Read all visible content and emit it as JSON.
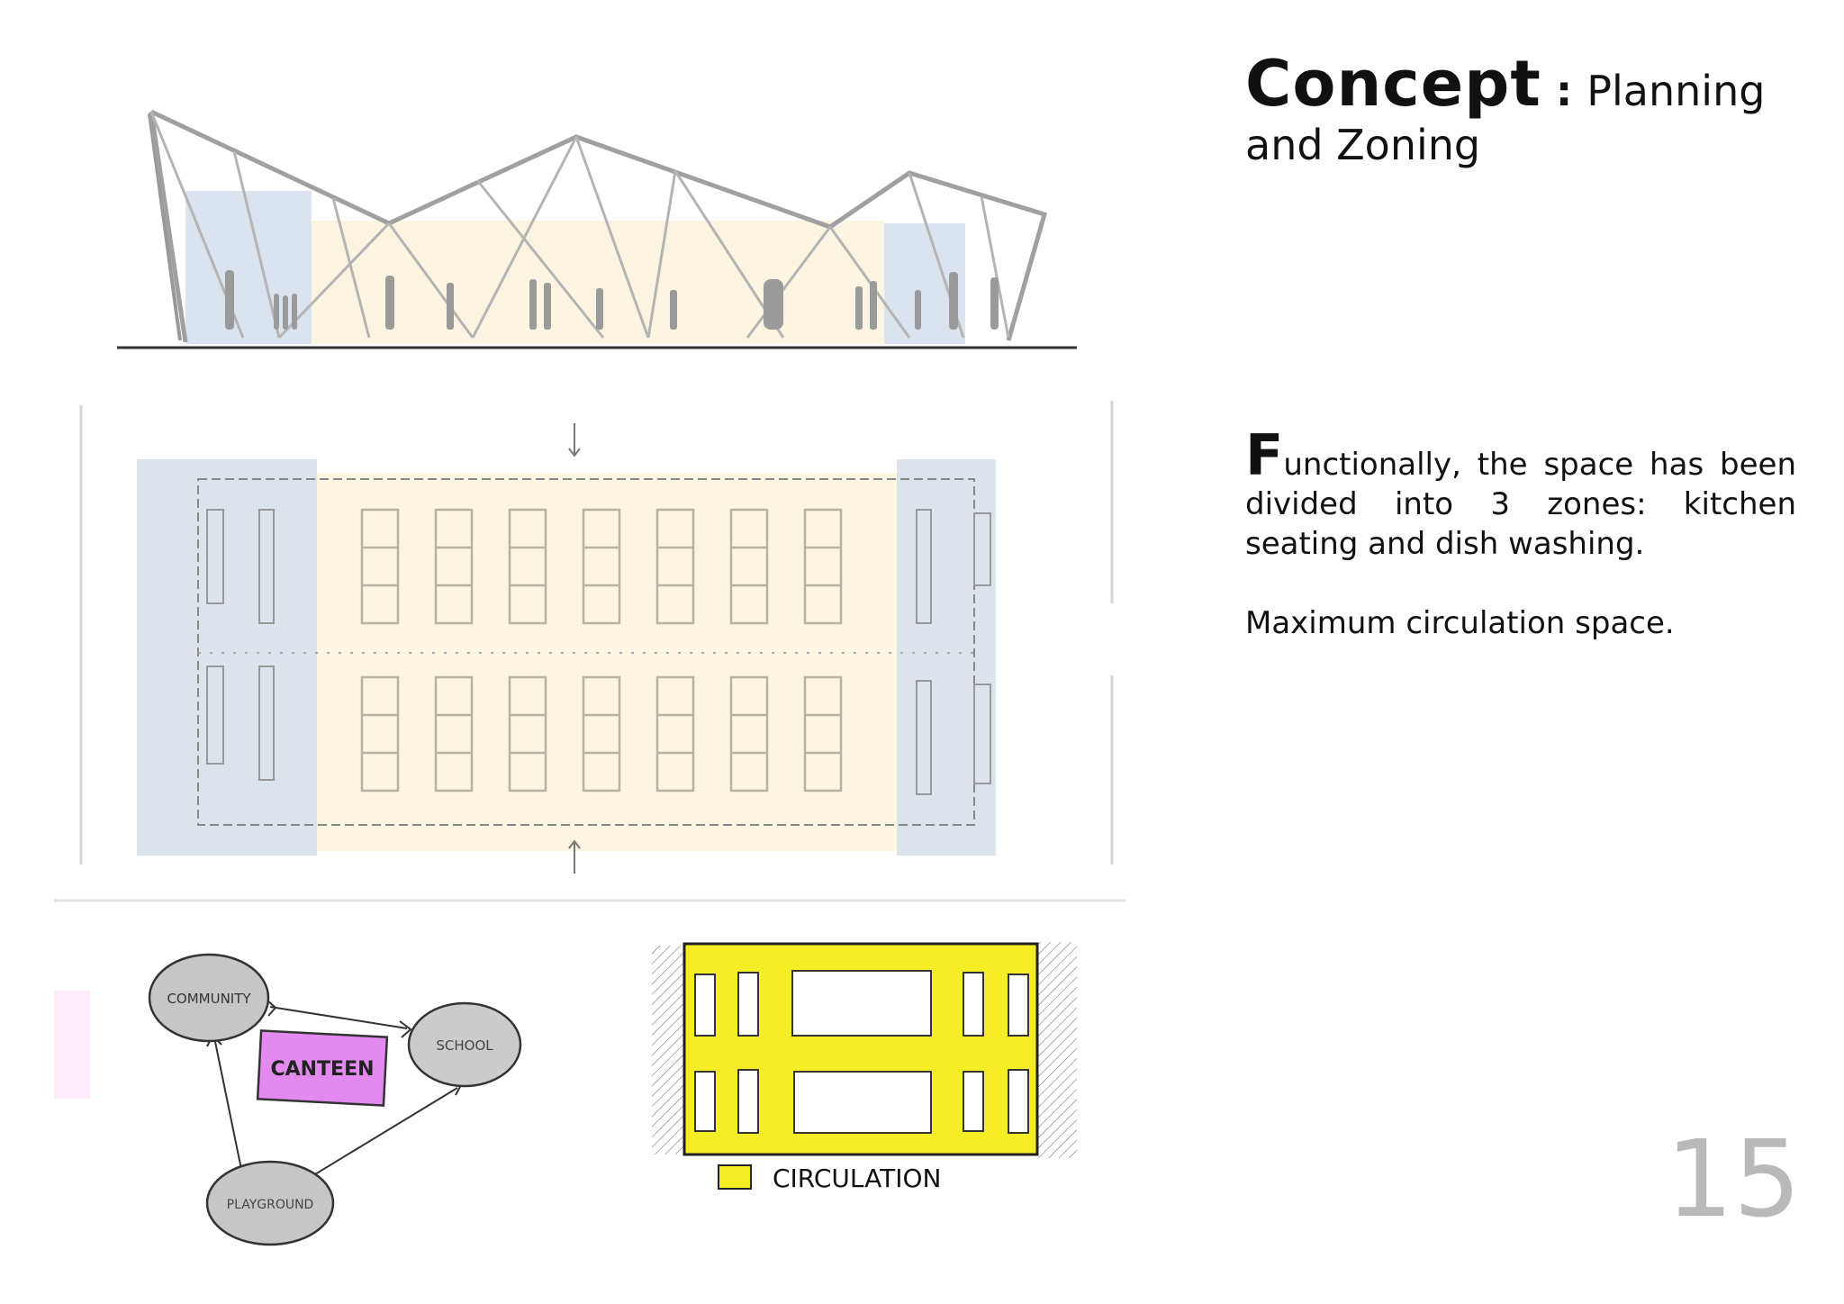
{
  "header": {
    "title_main": "Concept",
    "title_sep": " : ",
    "title_sub": "Planning",
    "title_sub2": "and Zoning"
  },
  "body": {
    "drop_letter": "F",
    "paragraph1_rest": "unctionally, the space has been divided into 3 zones: kitchen seating and dish washing.",
    "paragraph2": "Maximum circulation space."
  },
  "diagram": {
    "nodes": [
      "COMMUNITY",
      "SCHOOL",
      "PLAYGROUND"
    ],
    "center": "CANTEEN"
  },
  "circulation_legend": "CIRCULATION",
  "page_number": "15",
  "colors": {
    "kitchen_zone": "#dbe4ee",
    "seating_zone": "#fbf4e0",
    "canteen_fill": "#e38af0",
    "circulation": "#f5ee24",
    "node_fill": "#c6c6c6",
    "page_number": "#b9b9b9"
  }
}
